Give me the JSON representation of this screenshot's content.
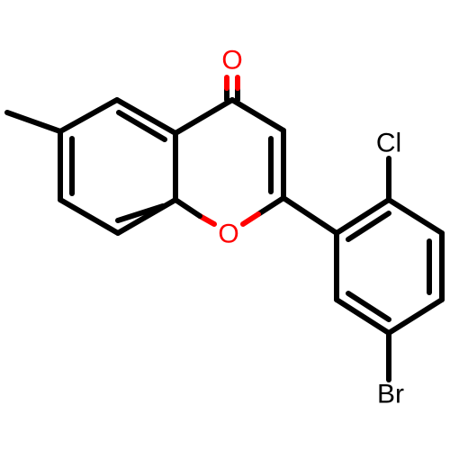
{
  "atoms": {
    "carbonyl_oxygen": {
      "label": "O",
      "color": "#ff0000"
    },
    "ring_oxygen": {
      "label": "O",
      "color": "#ff0000"
    },
    "chlorine": {
      "label": "Cl",
      "color": "#000000"
    },
    "bromine": {
      "label": "Br",
      "color": "#000000"
    }
  },
  "colors": {
    "bond": "#000000",
    "oxygen": "#ff0000",
    "background": "#ffffff"
  }
}
